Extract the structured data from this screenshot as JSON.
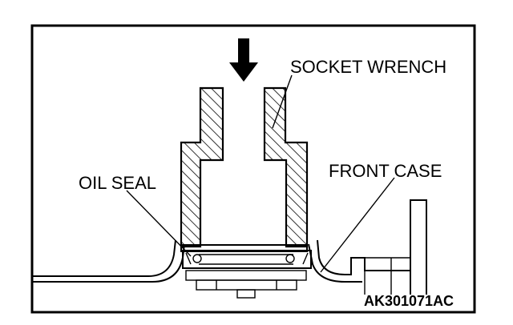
{
  "labels": {
    "socket_wrench": "SOCKET WRENCH",
    "oil_seal": "OIL SEAL",
    "front_case": "FRONT CASE"
  },
  "figure_code": "AK301071AC",
  "colors": {
    "line": "#000000",
    "background": "#ffffff"
  },
  "icons": {
    "press_direction": "arrow-down-icon"
  }
}
